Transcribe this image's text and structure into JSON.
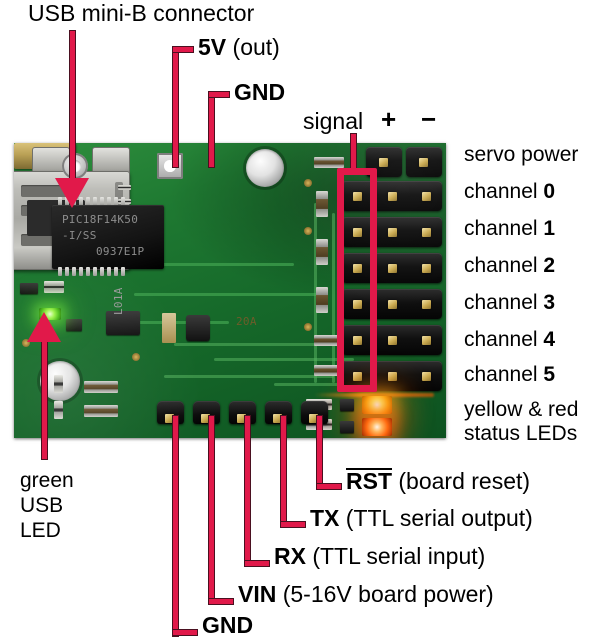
{
  "figure": {
    "title": "Micro Maestro 6-channel USB servo controller, labeled top view",
    "callout_color": "#e1194a",
    "board_color": "#1f7a32"
  },
  "top_labels": {
    "usb": {
      "bold": "",
      "normal": "USB mini-B connector"
    },
    "five_volt": {
      "bold": "5V",
      "normal": " (out)"
    },
    "gnd_top": {
      "bold": "GND",
      "normal": ""
    }
  },
  "header_labels": {
    "signal": "signal",
    "plus": "+",
    "minus": "−"
  },
  "right_labels": [
    {
      "normal": "servo power",
      "bold": ""
    },
    {
      "normal": "channel ",
      "bold": "0"
    },
    {
      "normal": "channel ",
      "bold": "1"
    },
    {
      "normal": "channel ",
      "bold": "2"
    },
    {
      "normal": "channel ",
      "bold": "3"
    },
    {
      "normal": "channel ",
      "bold": "4"
    },
    {
      "normal": "channel ",
      "bold": "5"
    }
  ],
  "status_led_label": {
    "line1": "yellow & red",
    "line2": "status LEDs"
  },
  "green_led_label": {
    "line1": "green",
    "line2": "USB",
    "line3": "LED"
  },
  "bottom_labels": {
    "rst": {
      "bold": "RST",
      "normal": " (board reset)",
      "overline": true
    },
    "tx": {
      "bold": "TX",
      "normal": " (TTL serial output)"
    },
    "rx": {
      "bold": "RX",
      "normal": " (TTL serial input)"
    },
    "vin": {
      "bold": "VIN",
      "normal": " (5-16V board power)"
    },
    "gnd": {
      "bold": "GND",
      "normal": ""
    }
  },
  "board_silkscreen": {
    "ic_line1": "PIC18F14K50",
    "ic_line2": "-I/SS",
    "ic_line3": "0937E1P",
    "regulator": "L01A",
    "crystal": "20A"
  }
}
